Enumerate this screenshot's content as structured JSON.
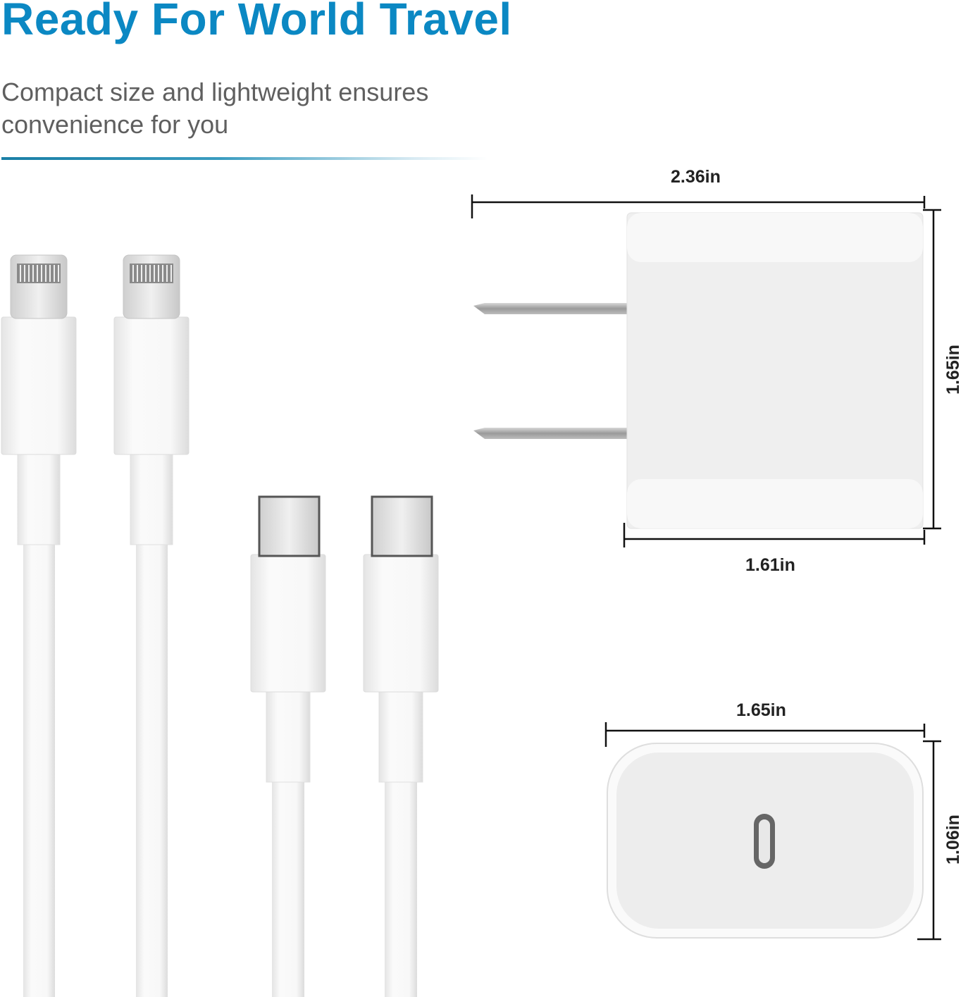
{
  "header": {
    "title": "Ready For World Travel",
    "subtitle": "Compact size and lightweight ensures convenience for you"
  },
  "dimensions": {
    "charger_side_width": "2.36in",
    "charger_side_height": "1.65in",
    "charger_body_width": "1.61in",
    "charger_front_width": "1.65in",
    "charger_front_height": "1.06in"
  },
  "colors": {
    "title": "#0b88c3",
    "subtitle": "#5f5f5f",
    "accent_rule": "#1a7fa6"
  }
}
